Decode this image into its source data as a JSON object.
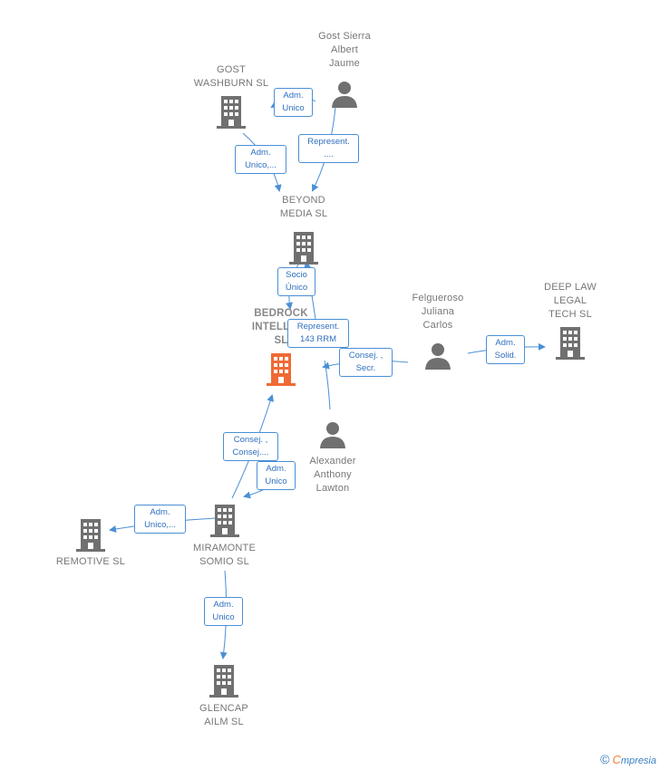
{
  "nodes": {
    "gost_sierra": "Gost Sierra\nAlbert\nJaume",
    "gost_washburn": "GOST\nWASHBURN  SL",
    "beyond_media": "BEYOND\nMEDIA  SL",
    "bedrock": "BEDROCK\nINTELLIG...\nSL",
    "felgueroso": "Felgueroso\nJuliana\nCarlos",
    "deep_law": "DEEP LAW\nLEGAL\nTECH  SL",
    "alexander": "Alexander\nAnthony\nLawton",
    "miramonte": "MIRAMONTE\nSOMIO  SL",
    "remotive": "REMOTIVE  SL",
    "glencap": "GLENCAP\nAILM  SL"
  },
  "edges": {
    "adm_unico_1": "Adm.\nUnico",
    "represent_1": "Represent.\n....",
    "adm_unico_2": "Adm.\nUnico,...",
    "socio_unico": "Socio\nÚnico",
    "represent_143": "Represent.\n143 RRM",
    "consej_secr": "Consej. ,\nSecr.",
    "adm_solid": "Adm.\nSolid.",
    "consej_consej": "Consej. ,\nConsej....",
    "adm_unico_3": "Adm.\nUnico",
    "adm_unico_4": "Adm.\nUnico,...",
    "adm_unico_5": "Adm.\nUnico"
  },
  "footer": {
    "copyright": "©",
    "brand_e": "C",
    "brand_rest": "mpresia"
  },
  "colors": {
    "edge": "#4a8fd6",
    "company": "#707070",
    "highlight": "#f06a35",
    "person": "#707070"
  }
}
